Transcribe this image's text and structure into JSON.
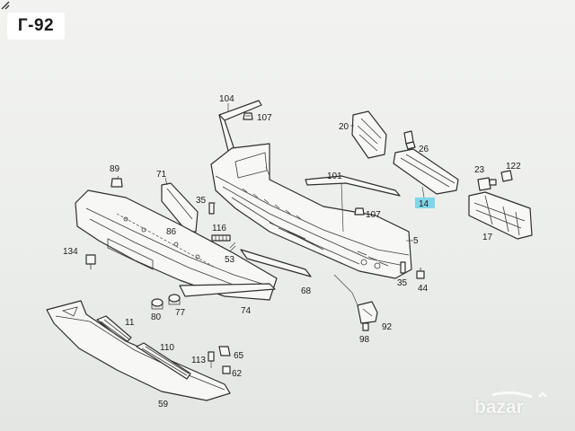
{
  "badge": {
    "code": "Г-92"
  },
  "watermark": {
    "text": "bazar",
    "brand": "Bazar.bg"
  },
  "diagram": {
    "highlight_color": "#7fd6e8",
    "callouts": [
      {
        "id": "c104",
        "text": "104"
      },
      {
        "id": "c107a",
        "text": "107"
      },
      {
        "id": "c20",
        "text": "20"
      },
      {
        "id": "c26",
        "text": "26"
      },
      {
        "id": "c89",
        "text": "89"
      },
      {
        "id": "c71",
        "text": "71"
      },
      {
        "id": "c101",
        "text": "101"
      },
      {
        "id": "c23",
        "text": "23"
      },
      {
        "id": "c122",
        "text": "122"
      },
      {
        "id": "c35a",
        "text": "35"
      },
      {
        "id": "c107b",
        "text": "107"
      },
      {
        "id": "c14",
        "text": "14"
      },
      {
        "id": "c86",
        "text": "86"
      },
      {
        "id": "c116",
        "text": "116"
      },
      {
        "id": "c5",
        "text": "5"
      },
      {
        "id": "c17",
        "text": "17"
      },
      {
        "id": "c134",
        "text": "134"
      },
      {
        "id": "c53",
        "text": "53"
      },
      {
        "id": "c35b",
        "text": "35"
      },
      {
        "id": "c44",
        "text": "44"
      },
      {
        "id": "c68",
        "text": "68"
      },
      {
        "id": "c80",
        "text": "80"
      },
      {
        "id": "c77",
        "text": "77"
      },
      {
        "id": "c74",
        "text": "74"
      },
      {
        "id": "c11",
        "text": "11"
      },
      {
        "id": "c92",
        "text": "92"
      },
      {
        "id": "c98",
        "text": "98"
      },
      {
        "id": "c110",
        "text": "110"
      },
      {
        "id": "c65",
        "text": "65"
      },
      {
        "id": "c113",
        "text": "113"
      },
      {
        "id": "c62",
        "text": "62"
      },
      {
        "id": "c59",
        "text": "59"
      }
    ]
  }
}
